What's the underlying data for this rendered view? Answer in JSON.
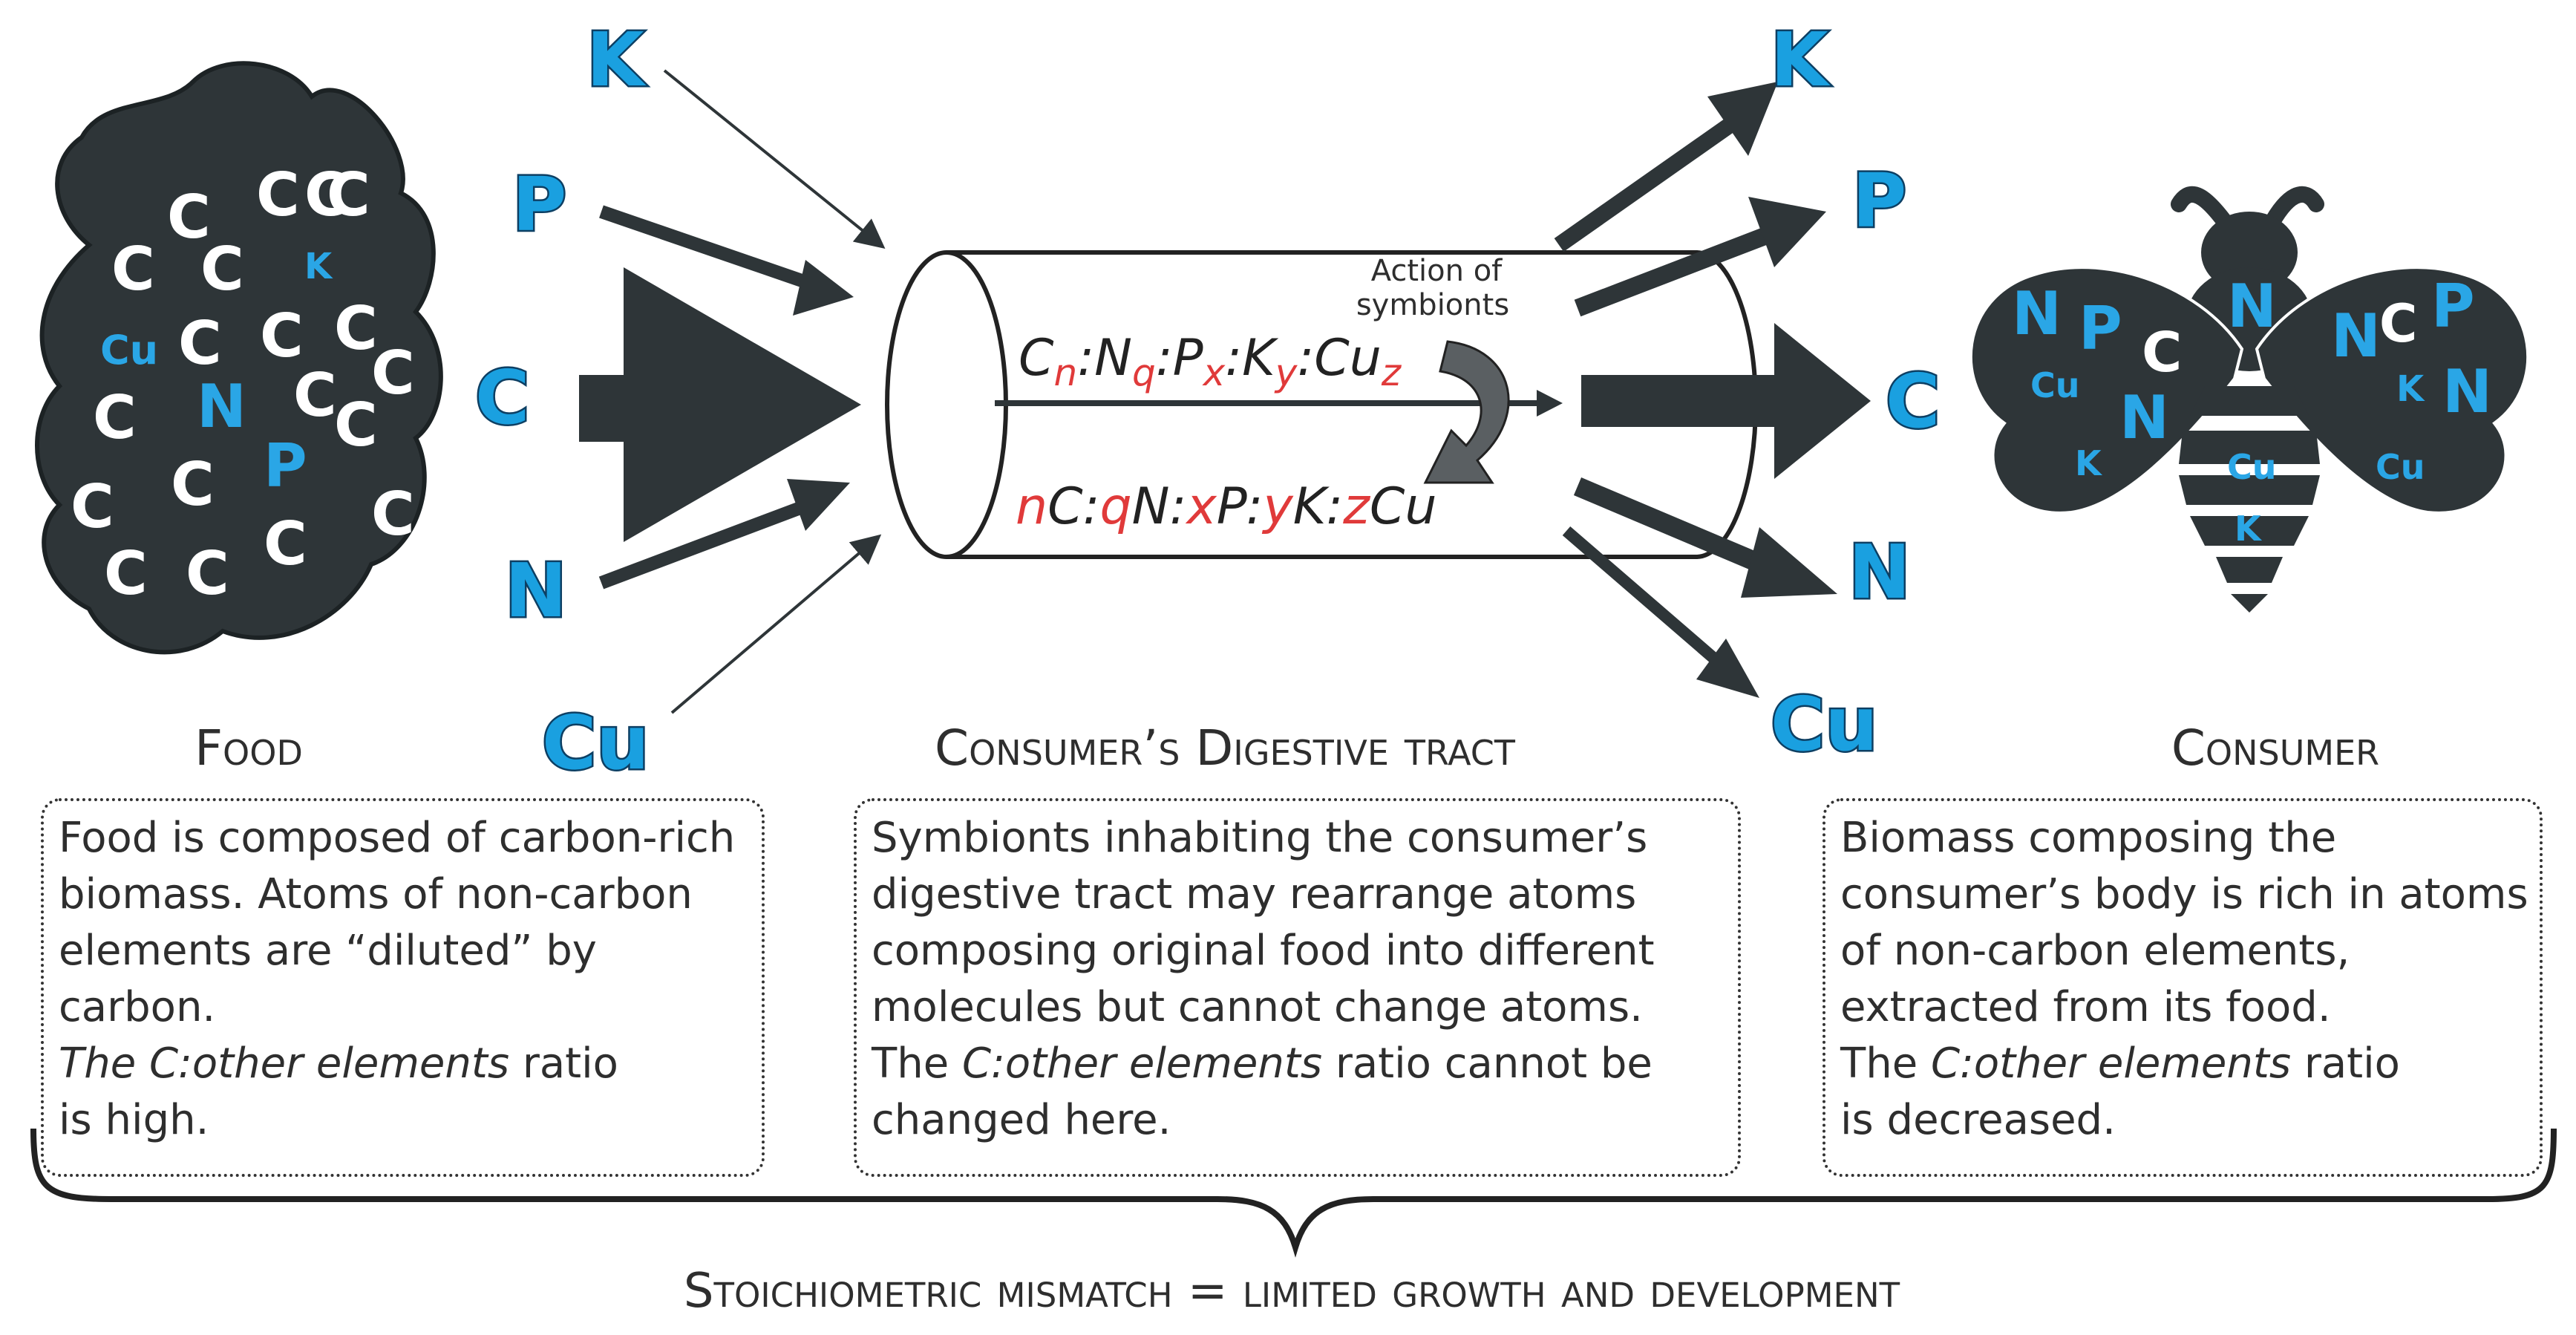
{
  "title_labels": {
    "food": "Food",
    "tract": "Consumer’s Digestive tract",
    "consumer": "Consumer"
  },
  "elements": {
    "carbon": "C",
    "nitrogen": "N",
    "phosphorus": "P",
    "potassium": "K",
    "copper": "Cu"
  },
  "formula": {
    "top": [
      "C",
      "n",
      ":N",
      "q",
      ":P",
      "x",
      ":K",
      "y",
      ":Cu",
      "z"
    ],
    "bottom": [
      "n",
      "C:",
      "q",
      "N:",
      "x",
      "P:",
      "y",
      "K:",
      "z",
      "Cu"
    ]
  },
  "symbionts_label": [
    "Action of",
    "symbionts"
  ],
  "boxes": {
    "food": {
      "line1": "Food is composed of carbon-rich\nbiomass. Atoms of non-carbon\nelements are “diluted” by carbon.",
      "italic": "The C:other elements",
      "after_italic": " ratio\nis high."
    },
    "tract": {
      "line1": "Symbionts inhabiting the consumer’s\ndigestive tract may rearrange atoms\ncomposing original food into different\nmolecules but cannot change atoms.\nThe ",
      "italic": "C:other elements",
      "after_italic": " ratio cannot be\nchanged here."
    },
    "consumer": {
      "line1": "Biomass composing the\nconsumer’s body is rich in atoms\nof non-carbon elements,\nextracted from its food.\nThe ",
      "italic": "C:other elements",
      "after_italic": " ratio\nis decreased."
    }
  },
  "footer": "Stoichiometric mismatch = limited growth and development",
  "colors": {
    "element_blue": "#1aa0e0",
    "dark_fill": "#2e3538",
    "formula_red": "#e03a3a"
  }
}
